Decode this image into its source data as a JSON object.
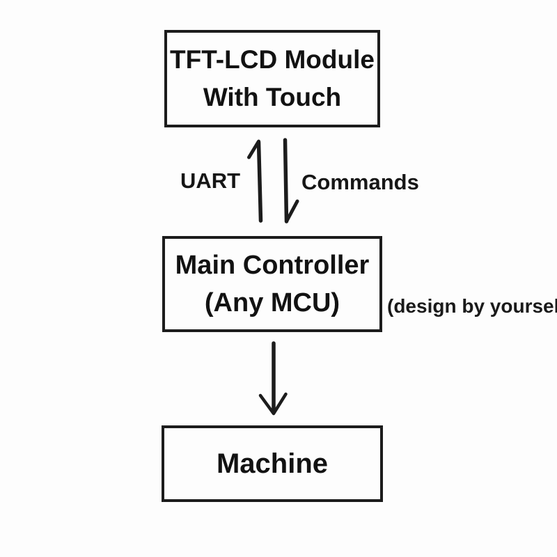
{
  "diagram": {
    "nodes": [
      {
        "id": "tft-lcd-module",
        "lines": [
          "TFT-LCD Module",
          "With Touch"
        ]
      },
      {
        "id": "main-controller",
        "lines": [
          "Main Controller",
          "(Any MCU)"
        ]
      },
      {
        "id": "machine",
        "lines": [
          "Machine"
        ]
      }
    ],
    "edges": [
      {
        "from": "main-controller",
        "to": "tft-lcd-module",
        "direction": "up",
        "label": "UART"
      },
      {
        "from": "tft-lcd-module",
        "to": "main-controller",
        "direction": "down",
        "label": "Commands"
      },
      {
        "from": "main-controller",
        "to": "machine",
        "direction": "down",
        "label": ""
      }
    ],
    "annotation": "(design by yourself)",
    "colors": {
      "background": "#fdfdfd",
      "line": "#1c1c1c",
      "text": "#121212"
    }
  }
}
